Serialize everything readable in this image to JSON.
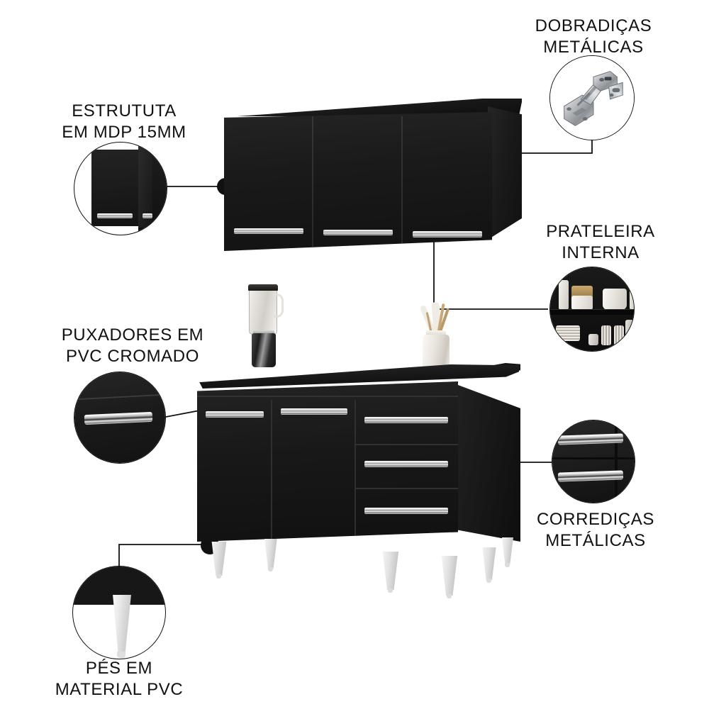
{
  "product": {
    "type": "kitchen-cabinet-set",
    "finish_color": "#141414",
    "accent_chrome": "#e8e8e8",
    "leg_color": "#e6e6e6"
  },
  "callouts": [
    {
      "id": "estrututa",
      "label": "ESTRUTUTA\nEM MDP 15MM",
      "label_position": "above",
      "detail_icon": "cabinet-structure-icon",
      "anchor": "upper-cabinet-left-edge"
    },
    {
      "id": "dobradicas",
      "label": "DOBRADIÇAS\nMETÁLICAS",
      "label_position": "above",
      "detail_icon": "metal-hinge-icon",
      "anchor": "upper-cabinet-right-door"
    },
    {
      "id": "prateleira",
      "label": "PRATELEIRA\nINTERNA",
      "label_position": "above",
      "detail_icon": "internal-shelf-icon",
      "anchor": "upper-cabinet-third-door"
    },
    {
      "id": "puxadores",
      "label": "PUXADORES EM\nPVC CROMADO",
      "label_position": "above",
      "detail_icon": "chrome-handle-icon",
      "anchor": "lower-cabinet-left-door"
    },
    {
      "id": "corredicas",
      "label": "CORREDIÇAS\nMETÁLICAS",
      "label_position": "below",
      "detail_icon": "drawer-slide-icon",
      "anchor": "lower-cabinet-drawers"
    },
    {
      "id": "pes",
      "label": "PÉS EM\nMATERIAL PVC",
      "label_position": "below",
      "detail_icon": "pvc-leg-icon",
      "anchor": "lower-cabinet-leg"
    }
  ],
  "furniture": {
    "upper_cabinet": {
      "name": "wall-cabinet",
      "doors": 3,
      "handles": 3
    },
    "lower_cabinet": {
      "name": "counter-cabinet",
      "doors": 2,
      "drawers": 3,
      "legs": 6
    }
  },
  "props": [
    {
      "name": "blender",
      "location": "countertop-left"
    },
    {
      "name": "utensil-crock",
      "location": "countertop-right"
    }
  ]
}
